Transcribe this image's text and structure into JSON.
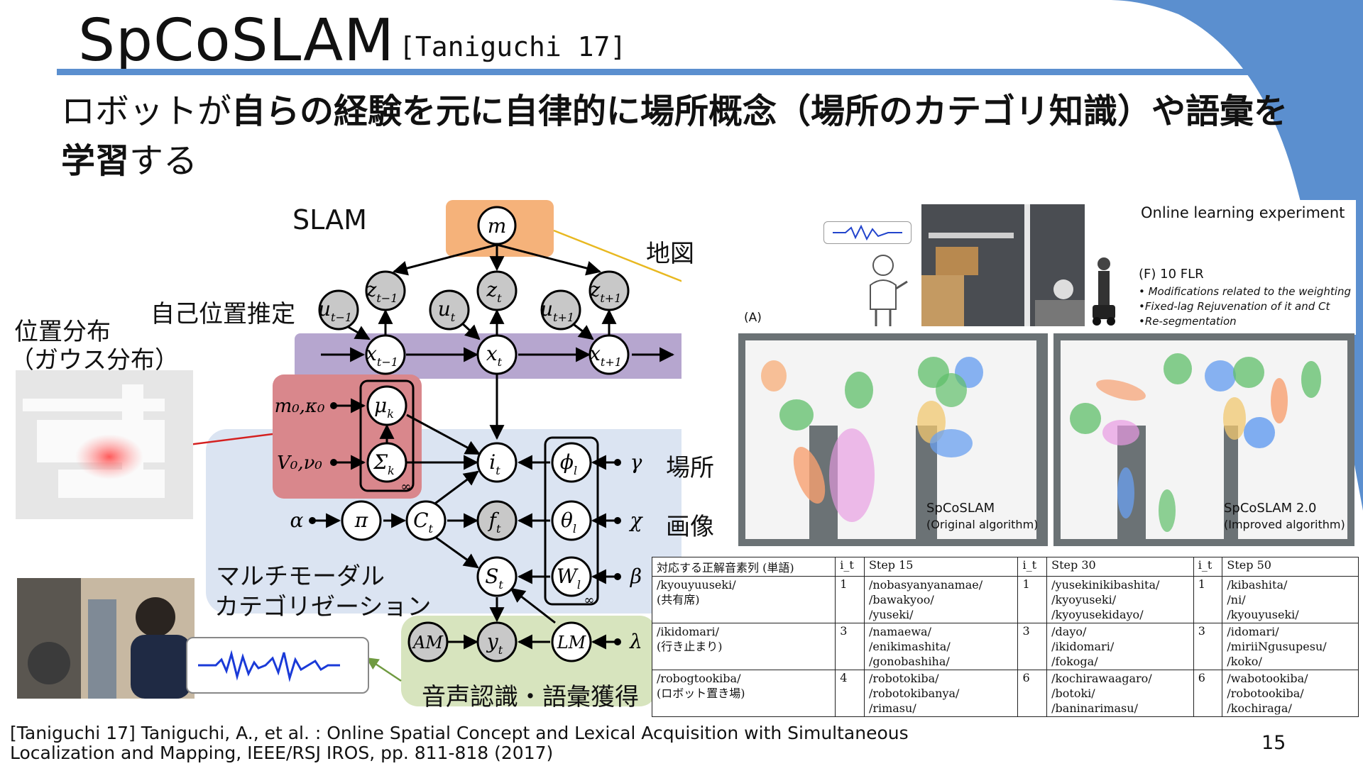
{
  "slide": {
    "title": "SpCoSLAM",
    "citation": "[Taniguchi 17]",
    "subtitle_plain1": "ロボットが",
    "subtitle_bold": "自らの経験を元に自律的に場所概念（場所のカテゴリ知識）や語彙を学習",
    "subtitle_plain2": "する",
    "page_number": "15",
    "reference_line1": "[Taniguchi 17] Taniguchi, A., et al. : Online Spatial Concept and Lexical Acquisition with Simultaneous",
    "reference_line2": "Localization and Mapping, IEEE/RSJ IROS, pp. 811-818 (2017)"
  },
  "diagram": {
    "labels": {
      "slam": "SLAM",
      "map": "地図",
      "self_localization": "自己位置推定",
      "position_dist_1": "位置分布",
      "position_dist_2": "（ガウス分布）",
      "place": "場所",
      "image": "画像",
      "multimodal_1": "マルチモーダル",
      "multimodal_2": "カテゴリゼーション",
      "speech": "音声認識・語彙獲得"
    },
    "nodes": {
      "m": "m",
      "z_prev": "z",
      "z_prev_sub": "t−1",
      "z": "z",
      "z_sub": "t",
      "z_next": "z",
      "z_next_sub": "t+1",
      "u_prev": "u",
      "u_prev_sub": "t−1",
      "u": "u",
      "u_sub": "t",
      "u_next": "u",
      "u_next_sub": "t+1",
      "x_prev": "x",
      "x_prev_sub": "t−1",
      "x": "x",
      "x_sub": "t",
      "x_next": "x",
      "x_next_sub": "t+1",
      "mu": "μ",
      "mu_sub": "k",
      "sigma": "Σ",
      "sigma_sub": "k",
      "i": "i",
      "i_sub": "t",
      "phi": "ϕ",
      "phi_sub": "l",
      "pi": "π",
      "C": "C",
      "C_sub": "t",
      "f": "f",
      "f_sub": "t",
      "theta": "θ",
      "theta_sub": "l",
      "S": "S",
      "S_sub": "t",
      "W": "W",
      "W_sub": "l",
      "AM": "AM",
      "y": "y",
      "y_sub": "t",
      "LM": "LM",
      "m0k0": "m₀,κ₀",
      "v0n0": "V₀,ν₀",
      "alpha": "α",
      "gamma": "γ",
      "chi": "χ",
      "beta": "β",
      "lambda": "λ",
      "inf1": "∞",
      "inf2": "∞"
    },
    "colors": {
      "slam_box": "#f5b27a",
      "localization_band": "#b6a6cf",
      "gaussian_box": "#d9878c",
      "multimodal_region": "#dbe4f2",
      "speech_region": "#d7e4be",
      "map_arrow": "#e8b820",
      "gauss_arrow": "#d42020",
      "speech_arrow": "#6f9a40"
    }
  },
  "experiment": {
    "title": "Online learning experiment",
    "flr": "(F)  10 FLR",
    "bullets": [
      "• Modifications related to the weighting",
      "•Fixed-lag Rejuvenation of it and Ct",
      "•Re-segmentation"
    ],
    "panel_label": "(A)",
    "map_left_title": "SpCoSLAM",
    "map_left_sub": "(Original algorithm)",
    "map_right_title": "SpCoSLAM 2.0",
    "map_right_sub": "(Improved algorithm)"
  },
  "table": {
    "headers": [
      "対応する正解音素列 (単語)",
      "i_t",
      "Step 15",
      "i_t",
      "Step 30",
      "i_t",
      "Step 50"
    ],
    "rows": [
      {
        "word": "/kyouyuuseki/",
        "word_jp": "(共有席)",
        "i15": "1",
        "s15": [
          "/nobasyanyanamae/",
          "/bawakyoo/",
          "/yuseki/"
        ],
        "i30": "1",
        "s30": [
          "/yusekinikibashita/",
          "/kyoyuseki/",
          "/kyoyusekidayo/"
        ],
        "i50": "1",
        "s50": [
          "/kibashita/",
          "/ni/",
          "/kyouyuseki/"
        ]
      },
      {
        "word": "/ikidomari/",
        "word_jp": "(行き止まり)",
        "i15": "3",
        "s15": [
          "/namaewa/",
          "/enikimashita/",
          "/gonobashiha/"
        ],
        "i30": "3",
        "s30": [
          "/dayo/",
          "/ikidomari/",
          "/fokoga/"
        ],
        "i50": "3",
        "s50": [
          "/idomari/",
          "/miriiNgusupesu/",
          "/koko/"
        ]
      },
      {
        "word": "/robogtookiba/",
        "word_jp": "(ロボット置き場)",
        "i15": "4",
        "s15": [
          "/robotokiba/",
          "/robotokibanya/",
          "/rimasu/"
        ],
        "i30": "6",
        "s30": [
          "/kochirawaagaro/",
          "/botoki/",
          "/baninarimasu/"
        ],
        "i50": "6",
        "s50": [
          "/wabotookiba/",
          "/robotookiba/",
          "/kochiraga/"
        ]
      }
    ]
  }
}
